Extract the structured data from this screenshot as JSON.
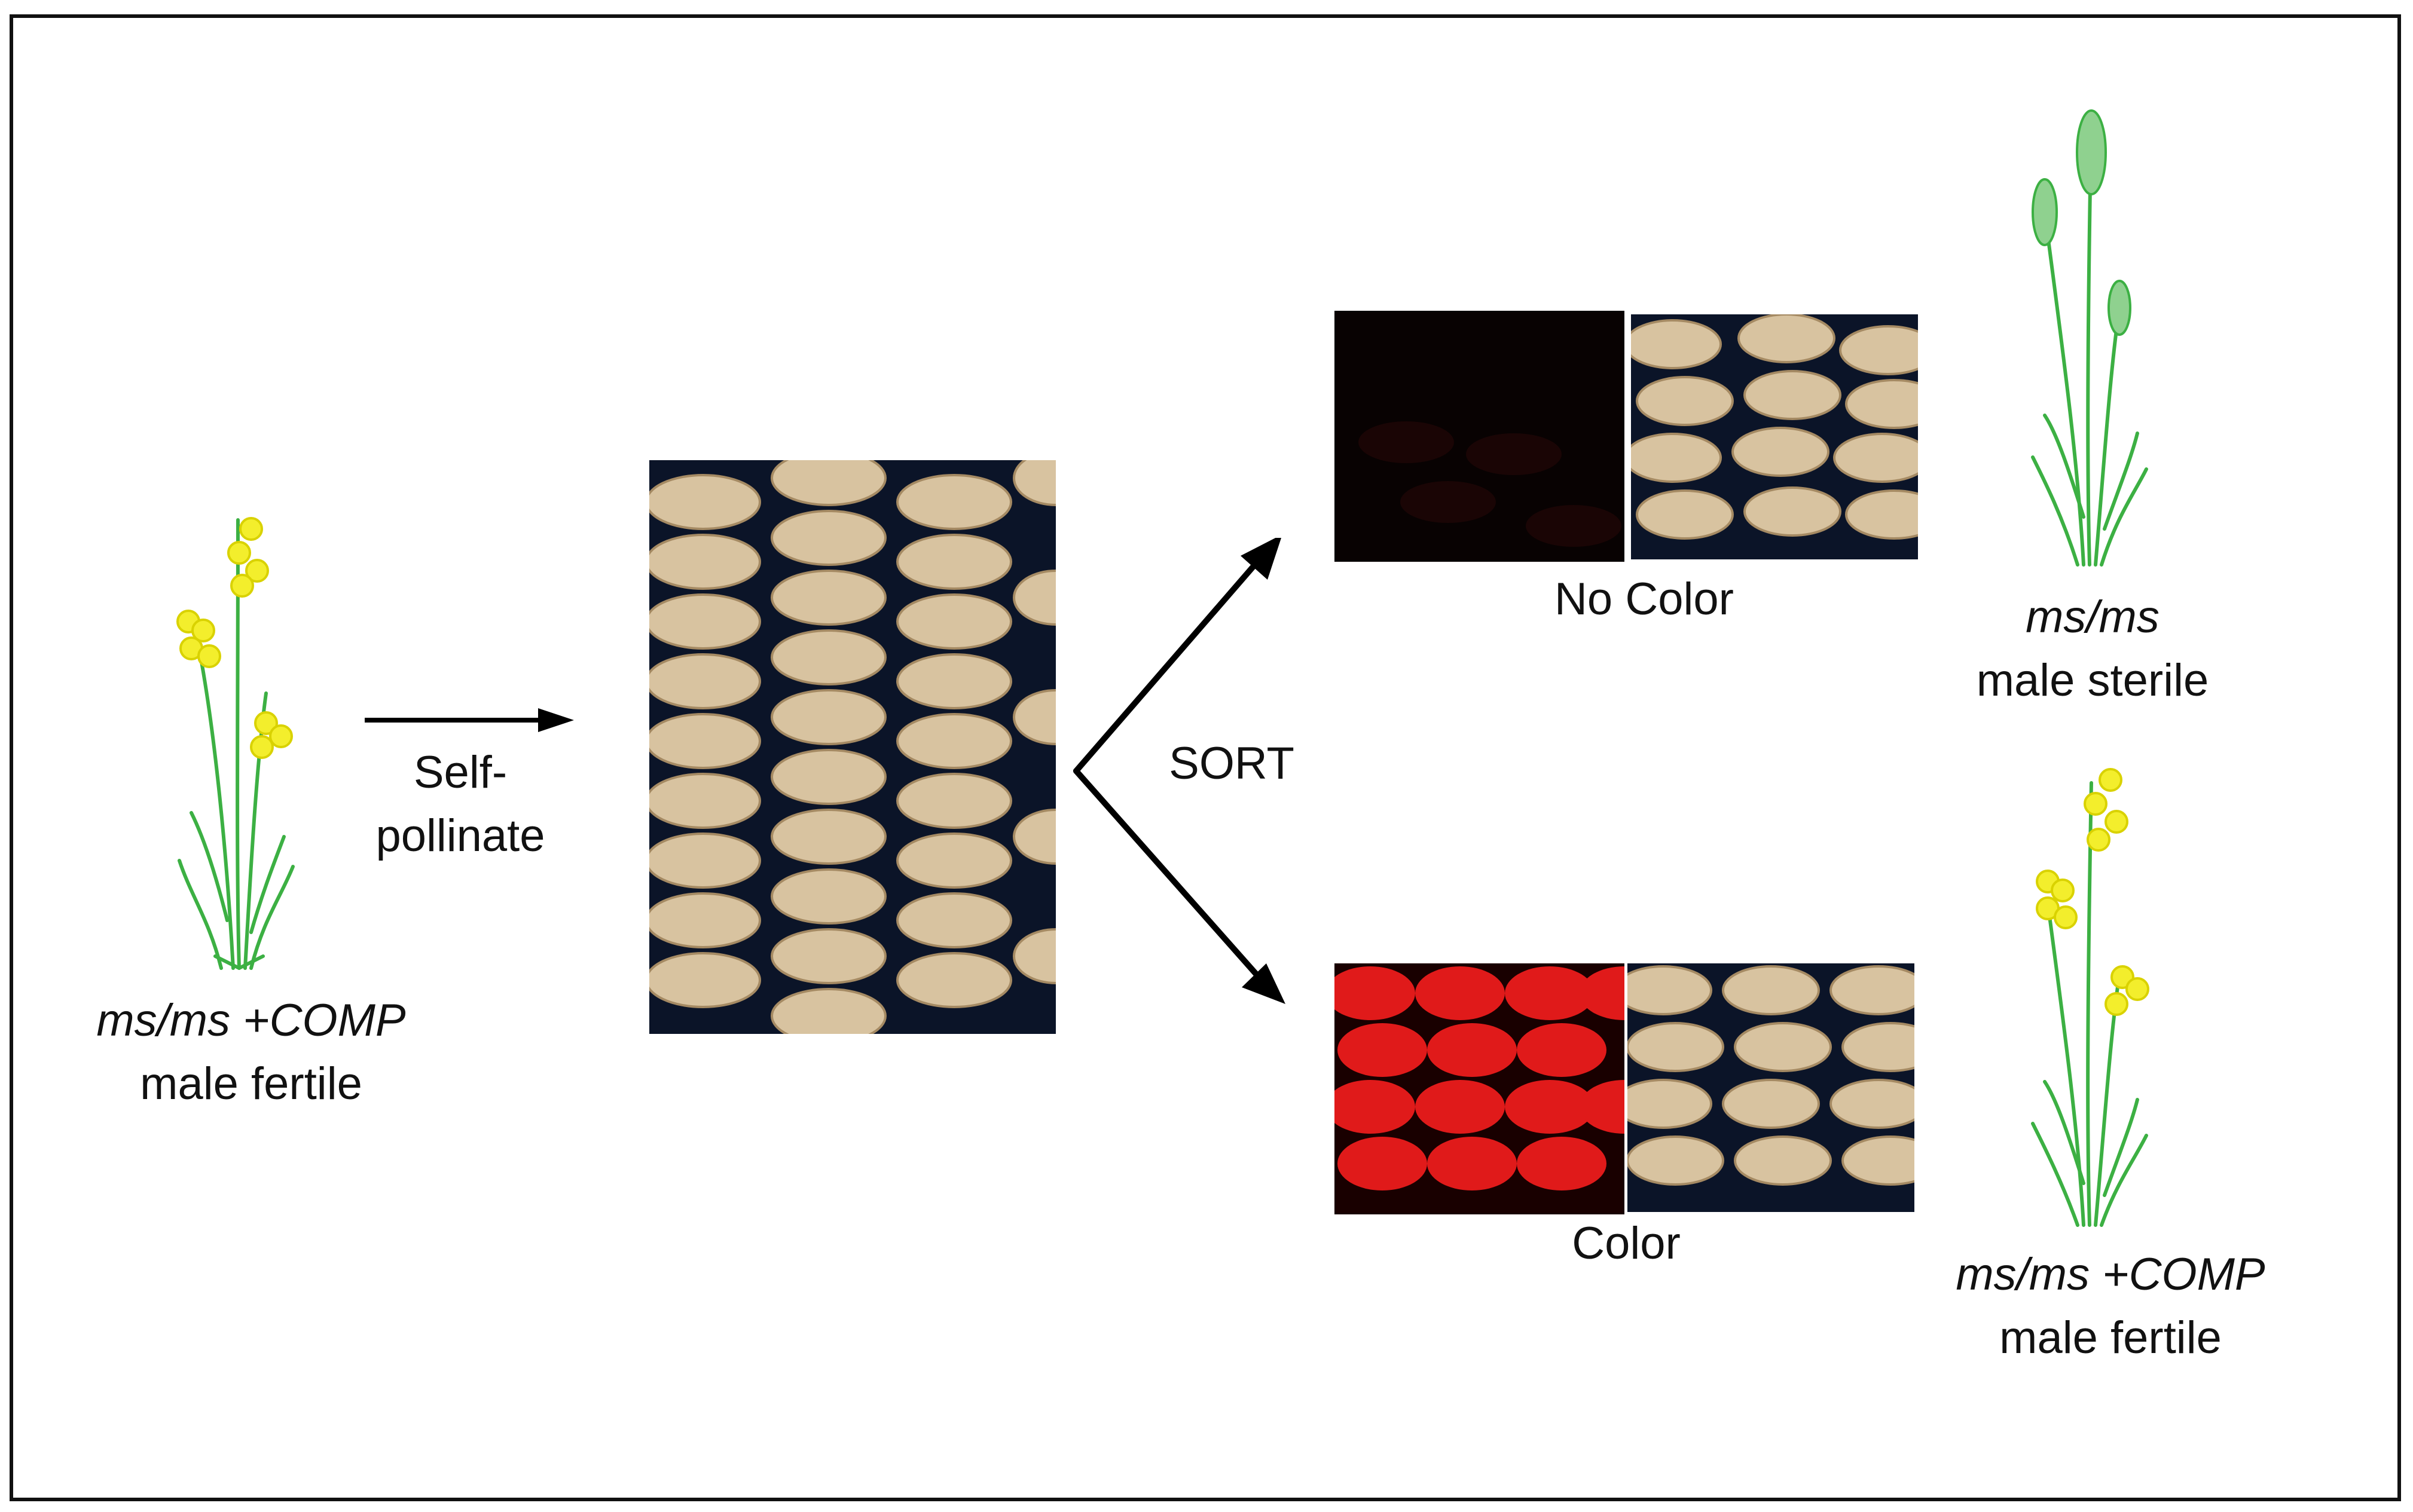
{
  "figure": {
    "left_plant": {
      "genotype": "ms/ms",
      "marker": "+COMP",
      "phenotype": "male fertile"
    },
    "step_label": {
      "line1": "Self-",
      "line2": "pollinate"
    },
    "sort_label": "SORT",
    "top_branch": {
      "panel_label": "No Color",
      "genotype": "ms/ms",
      "phenotype": "male sterile"
    },
    "bottom_branch": {
      "panel_label": "Color",
      "genotype": "ms/ms",
      "marker": "+COMP",
      "phenotype": "male fertile"
    }
  },
  "colors": {
    "frame": "#111111",
    "arrow": "#000000",
    "stem": "#3cb043",
    "flower": "#f3ee2c",
    "grain": "#d8c3a0",
    "background_seed": "#0b1428",
    "fluorescence": "#e01a1a"
  },
  "icons": [
    "wheat-plant-flowering",
    "wheat-plant-sterile",
    "grain-photo"
  ]
}
